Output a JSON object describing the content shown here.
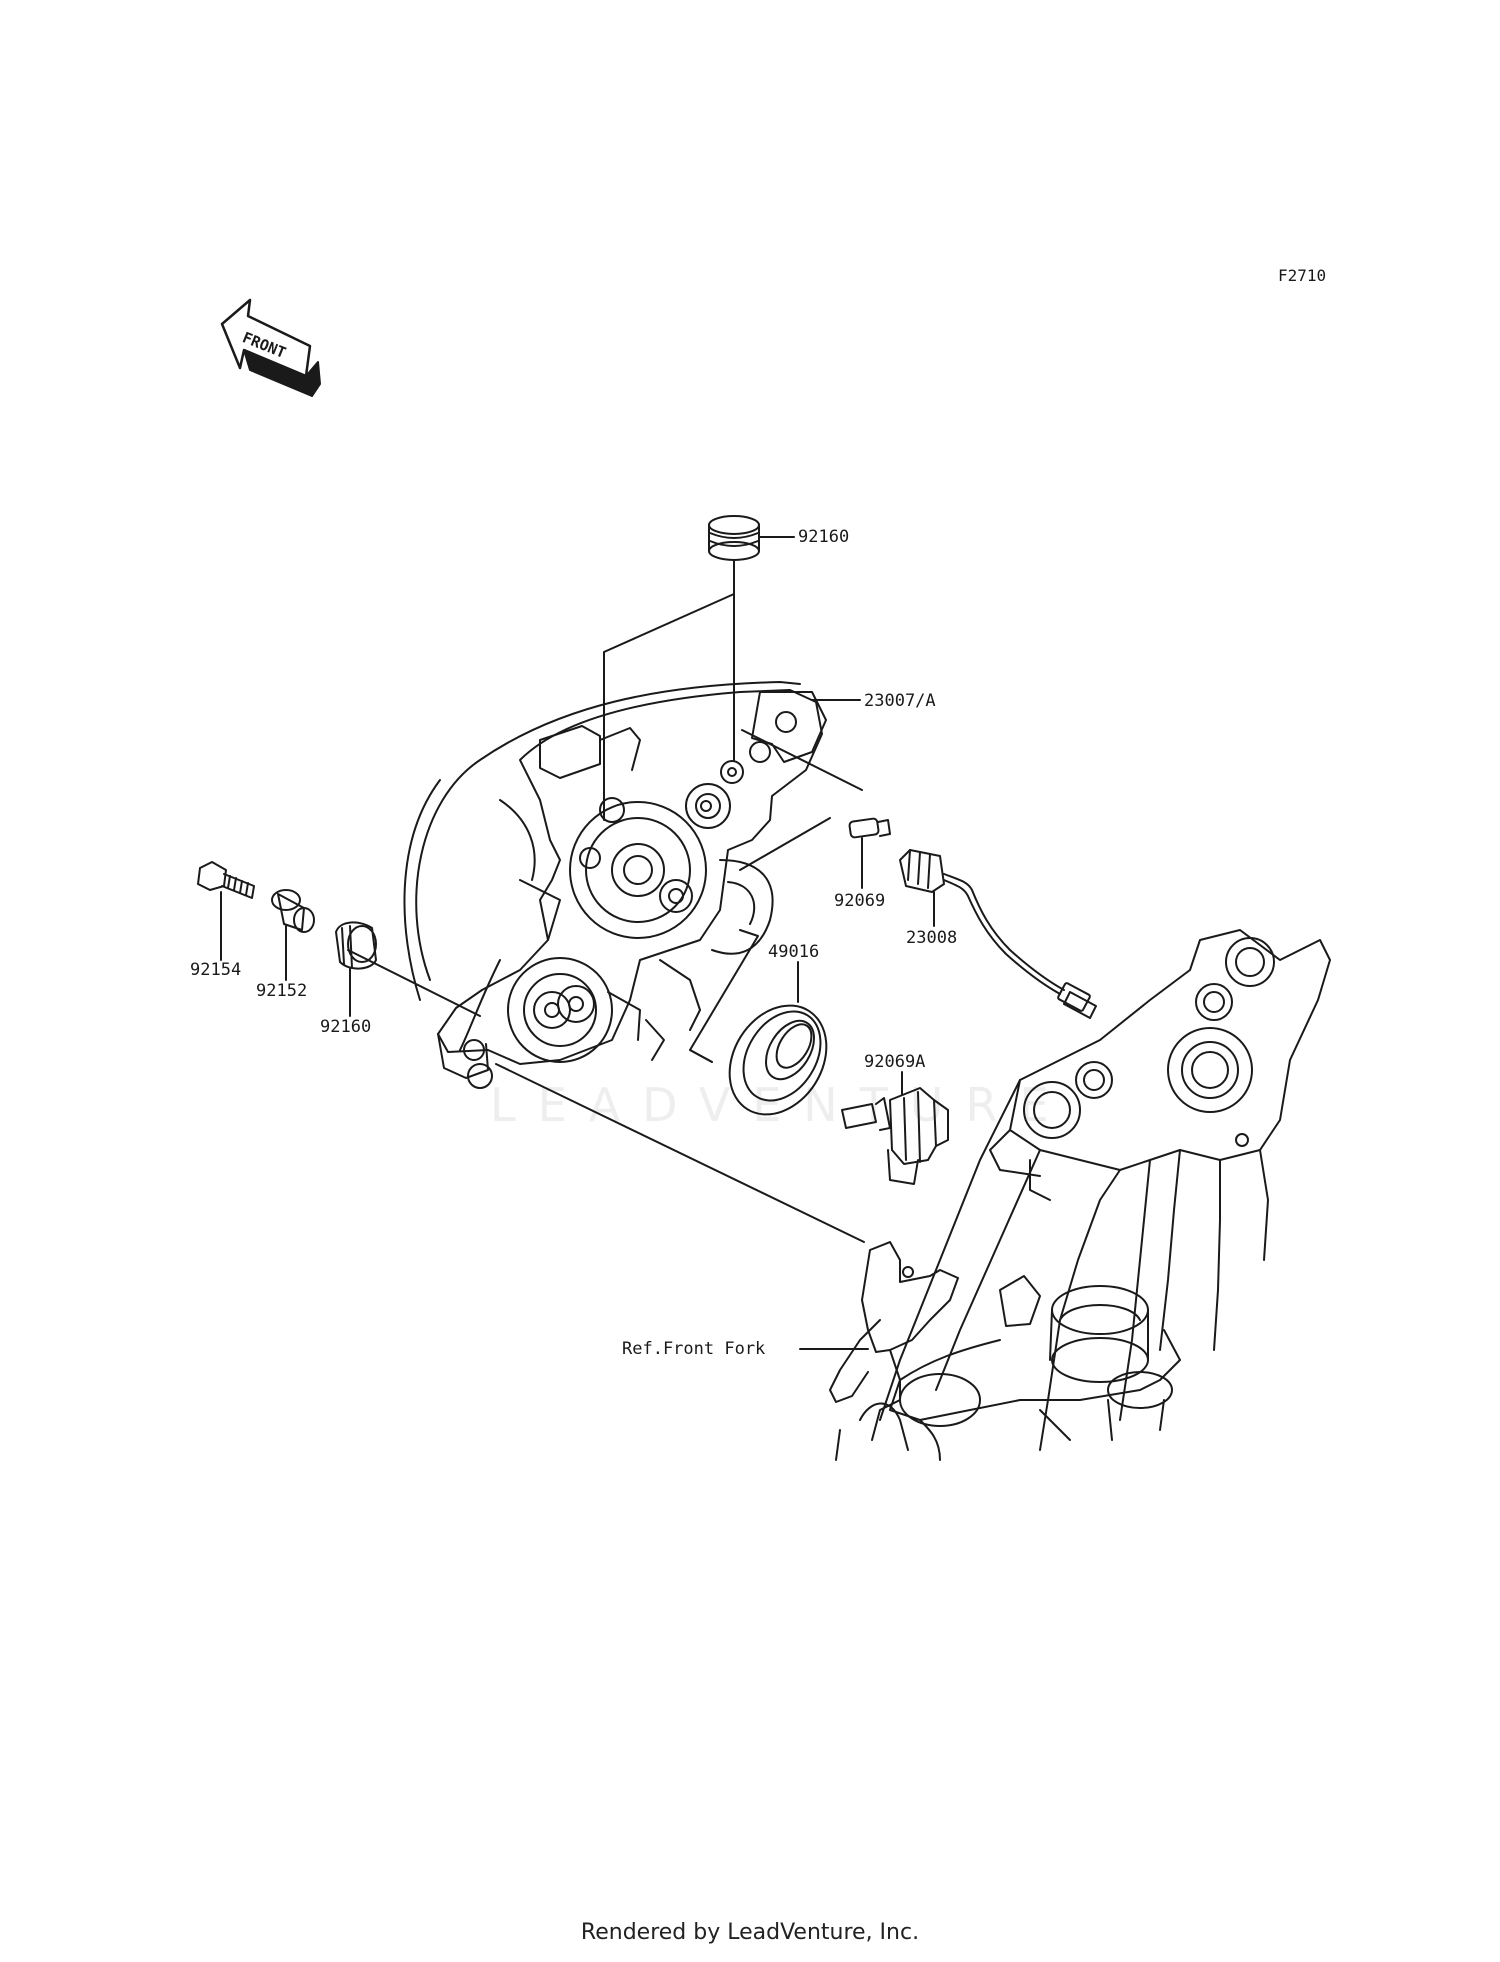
{
  "diagram_code": "F2710",
  "front_arrow_text": "FRONT",
  "watermark_text": "LEADVENTURE",
  "footer": "Rendered by LeadVenture, Inc.",
  "parts": [
    {
      "id": "92160-top",
      "label": "92160"
    },
    {
      "id": "23007",
      "label": "23007/A"
    },
    {
      "id": "92069",
      "label": "92069"
    },
    {
      "id": "23008",
      "label": "23008"
    },
    {
      "id": "92154",
      "label": "92154"
    },
    {
      "id": "92152",
      "label": "92152"
    },
    {
      "id": "92160-side",
      "label": "92160"
    },
    {
      "id": "49016",
      "label": "49016"
    },
    {
      "id": "92069A",
      "label": "92069A"
    },
    {
      "id": "ref-front-fork",
      "label": "Ref.Front Fork"
    }
  ]
}
